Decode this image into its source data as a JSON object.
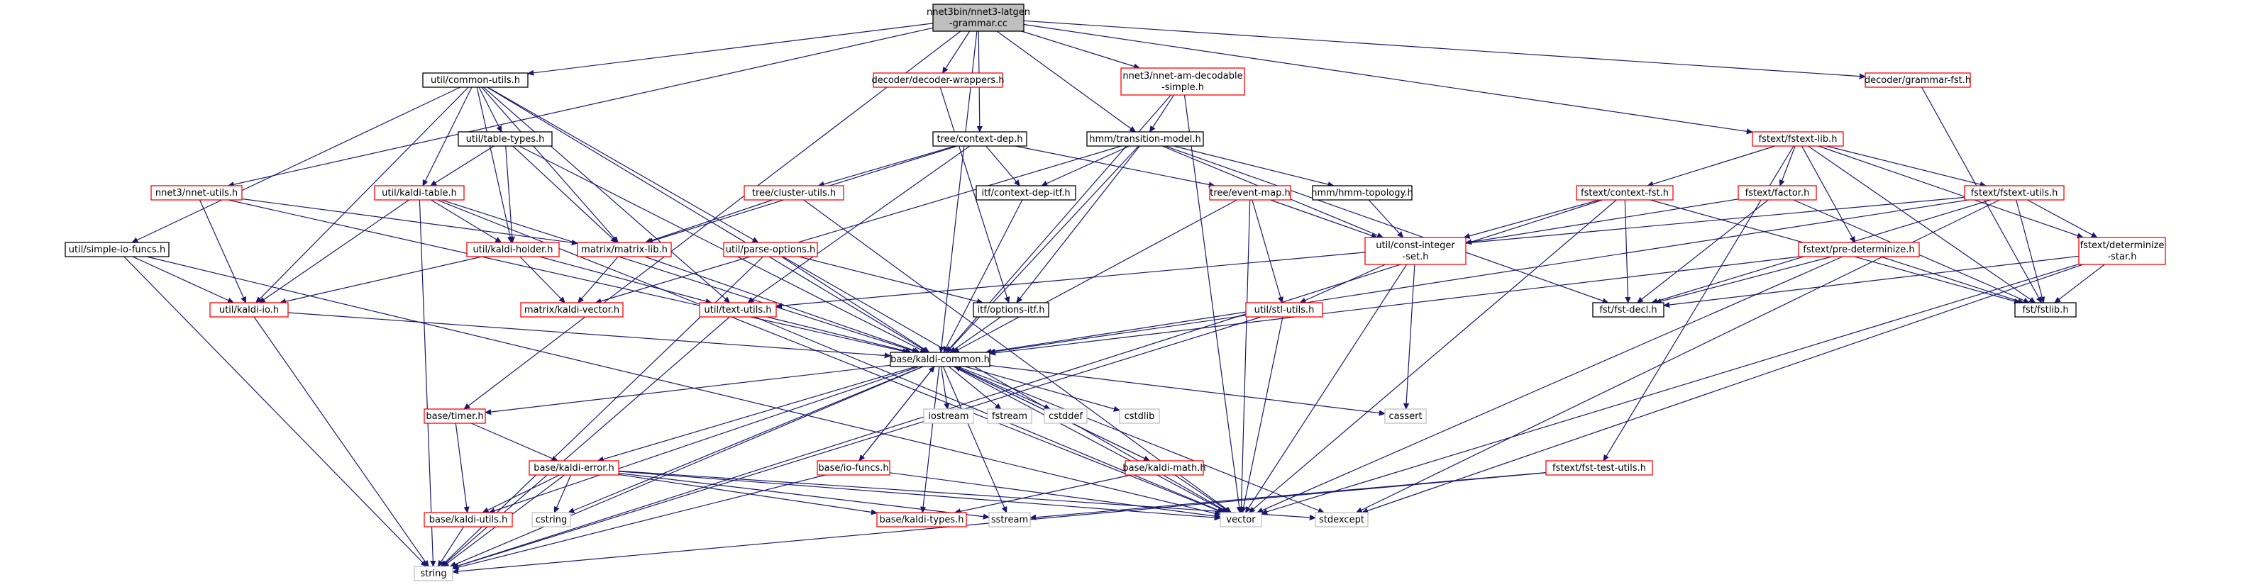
{
  "colors": {
    "edge": "#191970",
    "root_fill": "#bfbfbf",
    "root_border": "#000000",
    "node_fill": "#ffffff",
    "linked_border": "#ff0000",
    "external_border": "#bfbfbf",
    "plain_border": "#000000"
  },
  "nodes": [
    {
      "id": "root",
      "lines": [
        "nnet3bin/nnet3-latgen",
        "-grammar.cc"
      ],
      "kind": "root"
    },
    {
      "id": "common_utils",
      "lines": [
        "util/common-utils.h"
      ],
      "kind": "plain"
    },
    {
      "id": "decoder_wrappers",
      "lines": [
        "decoder/decoder-wrappers.h"
      ],
      "kind": "linked"
    },
    {
      "id": "am_decodable",
      "lines": [
        "nnet3/nnet-am-decodable",
        "-simple.h"
      ],
      "kind": "linked"
    },
    {
      "id": "grammar_fst",
      "lines": [
        "decoder/grammar-fst.h"
      ],
      "kind": "linked"
    },
    {
      "id": "nnet_utils",
      "lines": [
        "nnet3/nnet-utils.h"
      ],
      "kind": "linked"
    },
    {
      "id": "table_types",
      "lines": [
        "util/table-types.h"
      ],
      "kind": "plain"
    },
    {
      "id": "kaldi_table",
      "lines": [
        "util/kaldi-table.h"
      ],
      "kind": "linked"
    },
    {
      "id": "context_dep",
      "lines": [
        "tree/context-dep.h"
      ],
      "kind": "plain"
    },
    {
      "id": "transition_model",
      "lines": [
        "hmm/transition-model.h"
      ],
      "kind": "plain"
    },
    {
      "id": "fstext_lib",
      "lines": [
        "fstext/fstext-lib.h"
      ],
      "kind": "linked"
    },
    {
      "id": "cluster_utils",
      "lines": [
        "tree/cluster-utils.h"
      ],
      "kind": "linked"
    },
    {
      "id": "context_dep_itf",
      "lines": [
        "itf/context-dep-itf.h"
      ],
      "kind": "plain"
    },
    {
      "id": "event_map",
      "lines": [
        "tree/event-map.h"
      ],
      "kind": "linked"
    },
    {
      "id": "hmm_topology",
      "lines": [
        "hmm/hmm-topology.h"
      ],
      "kind": "plain"
    },
    {
      "id": "context_fst",
      "lines": [
        "fstext/context-fst.h"
      ],
      "kind": "linked"
    },
    {
      "id": "factor",
      "lines": [
        "fstext/factor.h"
      ],
      "kind": "linked"
    },
    {
      "id": "fstext_utils",
      "lines": [
        "fstext/fstext-utils.h"
      ],
      "kind": "linked"
    },
    {
      "id": "simple_io_funcs",
      "lines": [
        "util/simple-io-funcs.h"
      ],
      "kind": "plain"
    },
    {
      "id": "kaldi_holder",
      "lines": [
        "util/kaldi-holder.h"
      ],
      "kind": "linked"
    },
    {
      "id": "matrix_lib",
      "lines": [
        "matrix/matrix-lib.h"
      ],
      "kind": "linked"
    },
    {
      "id": "parse_options",
      "lines": [
        "util/parse-options.h"
      ],
      "kind": "linked"
    },
    {
      "id": "const_integer_set",
      "lines": [
        "util/const-integer",
        "-set.h"
      ],
      "kind": "linked"
    },
    {
      "id": "pre_determinize",
      "lines": [
        "fstext/pre-determinize.h"
      ],
      "kind": "linked"
    },
    {
      "id": "determinize_star",
      "lines": [
        "fstext/determinize",
        "-star.h"
      ],
      "kind": "linked"
    },
    {
      "id": "kaldi_io",
      "lines": [
        "util/kaldi-io.h"
      ],
      "kind": "linked"
    },
    {
      "id": "kaldi_vector",
      "lines": [
        "matrix/kaldi-vector.h"
      ],
      "kind": "linked"
    },
    {
      "id": "text_utils",
      "lines": [
        "util/text-utils.h"
      ],
      "kind": "linked"
    },
    {
      "id": "options_itf",
      "lines": [
        "itf/options-itf.h"
      ],
      "kind": "plain"
    },
    {
      "id": "stl_utils",
      "lines": [
        "util/stl-utils.h"
      ],
      "kind": "linked"
    },
    {
      "id": "fst_decl",
      "lines": [
        "fst/fst-decl.h"
      ],
      "kind": "plain"
    },
    {
      "id": "fstlib",
      "lines": [
        "fst/fstlib.h"
      ],
      "kind": "plain"
    },
    {
      "id": "kaldi_common",
      "lines": [
        "base/kaldi-common.h"
      ],
      "kind": "plain"
    },
    {
      "id": "timer",
      "lines": [
        "base/timer.h"
      ],
      "kind": "linked"
    },
    {
      "id": "iostream",
      "lines": [
        "iostream"
      ],
      "kind": "external"
    },
    {
      "id": "fstream",
      "lines": [
        "fstream"
      ],
      "kind": "external"
    },
    {
      "id": "cstddef",
      "lines": [
        "cstddef"
      ],
      "kind": "external"
    },
    {
      "id": "cstdlib",
      "lines": [
        "cstdlib"
      ],
      "kind": "external"
    },
    {
      "id": "cassert",
      "lines": [
        "cassert"
      ],
      "kind": "external"
    },
    {
      "id": "kaldi_error",
      "lines": [
        "base/kaldi-error.h"
      ],
      "kind": "linked"
    },
    {
      "id": "io_funcs",
      "lines": [
        "base/io-funcs.h"
      ],
      "kind": "linked"
    },
    {
      "id": "kaldi_math",
      "lines": [
        "base/kaldi-math.h"
      ],
      "kind": "linked"
    },
    {
      "id": "fst_test_utils",
      "lines": [
        "fstext/fst-test-utils.h"
      ],
      "kind": "linked"
    },
    {
      "id": "cstring",
      "lines": [
        "cstring"
      ],
      "kind": "external"
    },
    {
      "id": "kaldi_utils",
      "lines": [
        "base/kaldi-utils.h"
      ],
      "kind": "linked"
    },
    {
      "id": "kaldi_types",
      "lines": [
        "base/kaldi-types.h"
      ],
      "kind": "linked"
    },
    {
      "id": "sstream",
      "lines": [
        "sstream"
      ],
      "kind": "external"
    },
    {
      "id": "vector",
      "lines": [
        "vector"
      ],
      "kind": "external"
    },
    {
      "id": "stdexcept",
      "lines": [
        "stdexcept"
      ],
      "kind": "external"
    },
    {
      "id": "string",
      "lines": [
        "string"
      ],
      "kind": "external"
    }
  ]
}
